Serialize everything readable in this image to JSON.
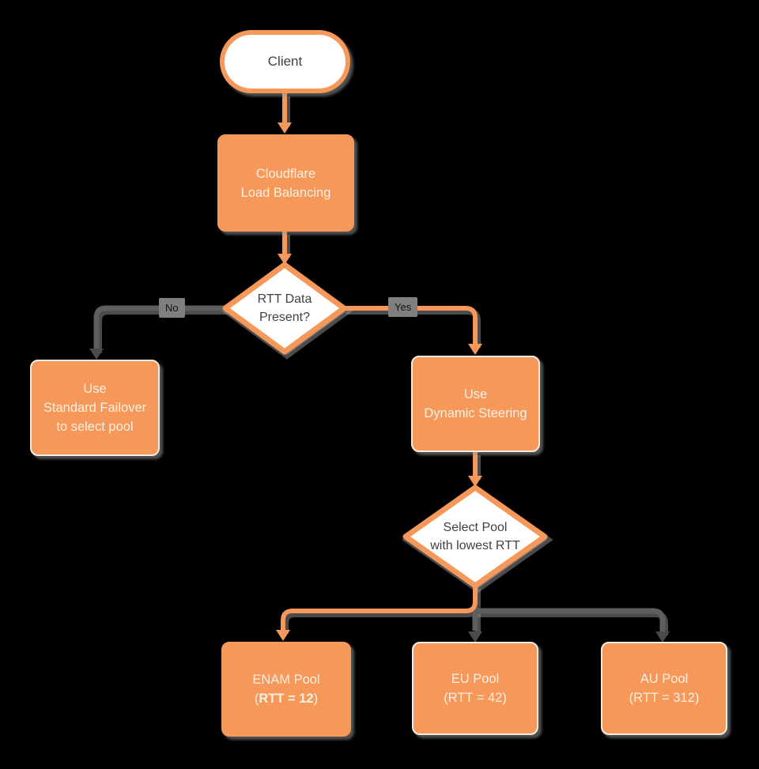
{
  "diagram": {
    "title": "Cloudflare Load Balancing flowchart",
    "colors": {
      "background": "#000000",
      "orange": "#F7985B",
      "gray_connector": "#5E5E5E",
      "gray_arrowhead": "#4A4A4A",
      "node_text_dark": "#414141",
      "node_text_light": "#FAF0E1",
      "edge_label_bg": "#7F7F7F",
      "edge_label_text": "#121212",
      "white_fill": "#FFFFFF"
    },
    "nodes": {
      "client": {
        "label": "Client"
      },
      "load_balancer": {
        "line1": "Cloudflare",
        "line2": "Load Balancing"
      },
      "rtt_decision": {
        "line1": "RTT Data",
        "line2": "Present?"
      },
      "standard_failover": {
        "line1": "Use",
        "line2": "Standard Failover",
        "line3": "to select pool"
      },
      "dynamic_steering": {
        "line1": "Use",
        "line2": "Dynamic Steering"
      },
      "pool_decision": {
        "line1": "Select Pool",
        "line2": "with lowest RTT"
      },
      "enam_pool": {
        "line1": "ENAM Pool",
        "line2_prefix": "(",
        "line2_bold": "RTT = 12",
        "line2_suffix": ")"
      },
      "eu_pool": {
        "line1": "EU Pool",
        "line2": "(RTT = 42)"
      },
      "au_pool": {
        "line1": "AU Pool",
        "line2": "(RTT = 312)"
      }
    },
    "edge_labels": {
      "no": "No",
      "yes": "Yes"
    }
  }
}
